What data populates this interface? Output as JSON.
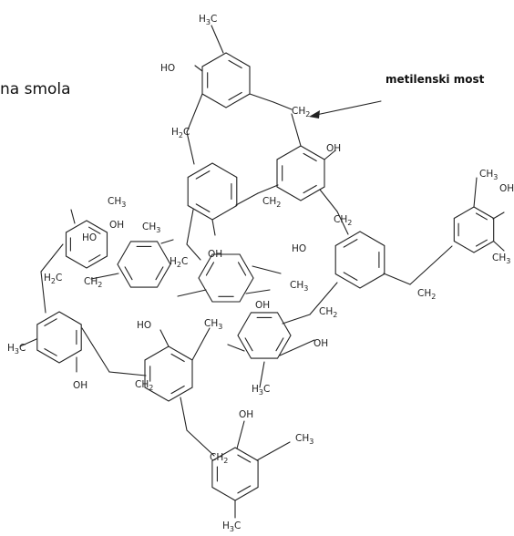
{
  "captions": {
    "resin": "na smola",
    "bridge": "metilenski most"
  },
  "groups": {
    "hydroxyl": "OH",
    "hydroxyl_left": "HO",
    "methylene": "CH",
    "methylene_left": "H",
    "methylene_tail": "C",
    "methyl": "CH",
    "methyl_left": "H",
    "methyl_left_alt": "H",
    "methyl_tail": "C",
    "subscript_2": "2",
    "subscript_3": "3"
  },
  "colors": {
    "ink": "#222222",
    "background": "#ffffff"
  }
}
